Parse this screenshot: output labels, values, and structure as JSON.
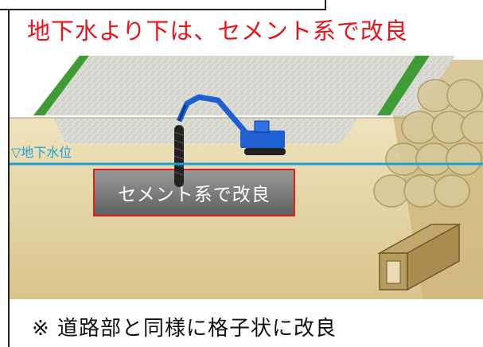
{
  "title": "地下水より下は、セメント系で改良",
  "improved_zone_label": "セメント系で改良",
  "groundwater_label": "▽地下水位",
  "footnote": "※ 道路部と同様に格子状に改良",
  "colors": {
    "title": "#e8141b",
    "groundwater_line": "#1aa0d8",
    "soil": "#e4d3a2",
    "road_gravel": "#d9d9d4",
    "grass": "#3f9c35",
    "improved_zone_fill": "#7a7a7a",
    "improved_zone_border": "#e02020",
    "excavator": "#1f5fd0"
  }
}
